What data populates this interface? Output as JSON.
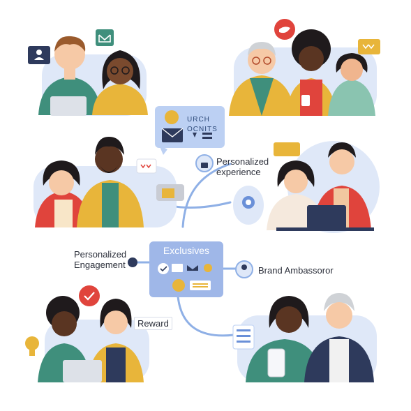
{
  "labels": {
    "personalized_experience_line1": "Personalized",
    "personalized_experience_line2": "experience",
    "personalized_engagement_line1": "Personalized",
    "personalized_engagement_line2": "Engagement",
    "brand_ambassador": "Brand Ambassoror",
    "reward": "Reward"
  },
  "hub": {
    "title": "Exclusives"
  },
  "info_card": {
    "line1": "URCH",
    "line2": "OCNITS"
  },
  "colors": {
    "hub": "#9fb7e8",
    "card": "#bcd0f3",
    "connector": "#8fb0e6",
    "skin_light": "#f6c9a6",
    "skin_dark": "#5a3522",
    "mustard": "#e8b53a",
    "teal": "#3f8f7c",
    "red": "#e0443c",
    "navy": "#2e3a5c"
  },
  "icons": [
    "user-icon",
    "mail-icon",
    "twitter-icon",
    "heart-speech-icon",
    "check-icon",
    "lightbulb-icon",
    "gift-icon",
    "ticket-icon",
    "lock-icon",
    "sparkle-icon",
    "phone-icon",
    "laptop-icon",
    "gear-icon",
    "trophy-icon"
  ]
}
